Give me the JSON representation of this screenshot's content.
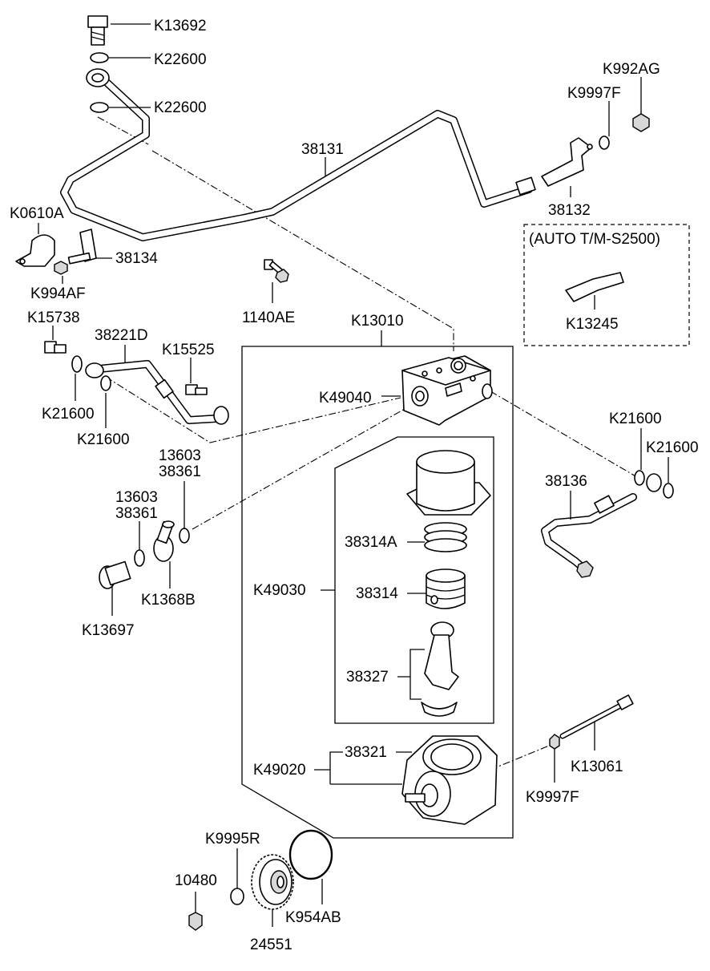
{
  "labels": {
    "k13692": "K13692",
    "k22600_a": "K22600",
    "k22600_b": "K22600",
    "k992ag": "K992AG",
    "k9997f_a": "K9997F",
    "p38131": "38131",
    "p38132": "38132",
    "k0610a": "K0610A",
    "p38134": "38134",
    "k994af": "K994AF",
    "auto_tm": "(AUTO T/M-S2500)",
    "k13245": "K13245",
    "p1140ae": "1140AE",
    "k15738": "K15738",
    "p38221d": "38221D",
    "k15525": "K15525",
    "k13010": "K13010",
    "k49040": "K49040",
    "k21600_a": "K21600",
    "k21600_b": "K21600",
    "k21600_c": "K21600",
    "k21600_d": "K21600",
    "p13603_a": "13603",
    "p38361_a": "38361",
    "p13603_b": "13603",
    "p38361_b": "38361",
    "p38136": "38136",
    "p38314a": "38314A",
    "k49030": "K49030",
    "p38314": "38314",
    "k13697": "K13697",
    "k1368b": "K1368B",
    "p38327": "38327",
    "p38321": "38321",
    "k49020": "K49020",
    "k13061": "K13061",
    "k9997f_b": "K9997F",
    "k9995r": "K9995R",
    "p10480": "10480",
    "k954ab": "K954AB",
    "p24551": "24551"
  }
}
